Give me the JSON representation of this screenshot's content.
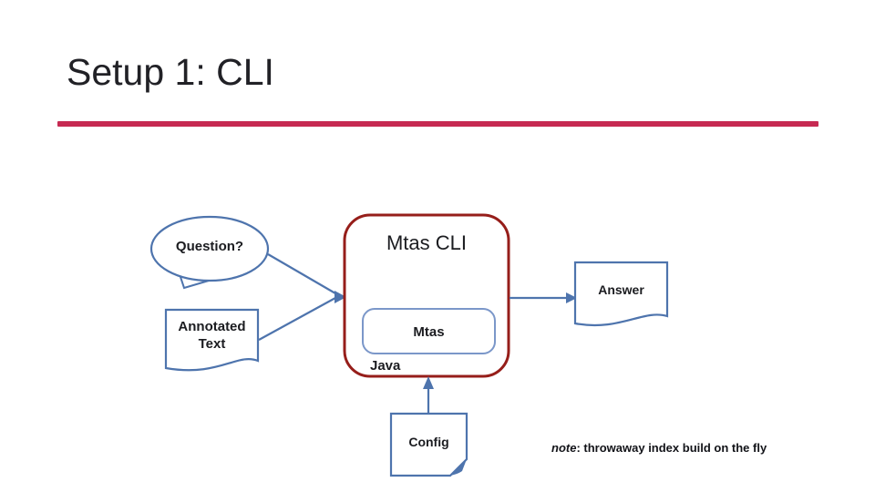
{
  "slide": {
    "title": "Setup 1: CLI",
    "accent_line_color": "#c62a52",
    "background_color": "#ffffff",
    "text_color": "#1b1c20"
  },
  "diagram": {
    "question_label": "Question?",
    "annotated_text_label": "Annotated Text",
    "cli_box_title": "Mtas CLI",
    "mtas_label": "Mtas",
    "java_label": "Java",
    "answer_label": "Answer",
    "config_label": "Config",
    "note": {
      "lead": "note",
      "rest": ": throwaway index build on the fly"
    },
    "colors": {
      "cli_box_border_red": "#961e1a",
      "shape_blue": "#4e74ad",
      "inner_box_blue": "#7b97c9"
    }
  }
}
